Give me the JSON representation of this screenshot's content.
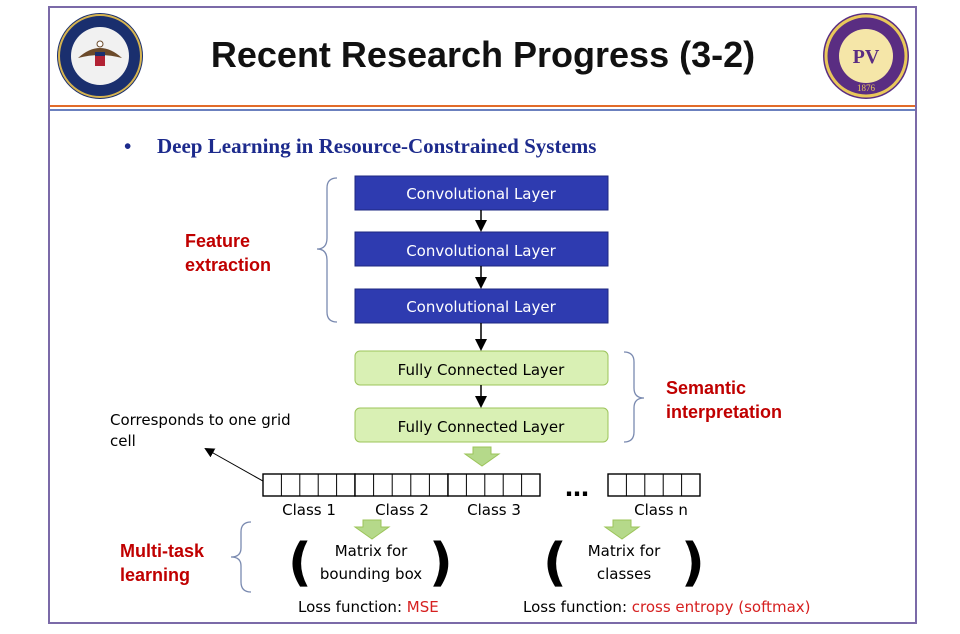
{
  "title": "Recent Research Progress (3-2)",
  "bullet": {
    "marker": "•",
    "text": "Deep Learning in Resource-Constrained Systems"
  },
  "logos": {
    "left": "Department of Defense seal",
    "right": "Prairie View A&M University seal",
    "right_year": "1876"
  },
  "layers": {
    "conv": [
      "Convolutional Layer",
      "Convolutional Layer",
      "Convolutional Layer"
    ],
    "fc": [
      "Fully Connected Layer",
      "Fully Connected Layer"
    ]
  },
  "groups": {
    "feature_line1": "Feature",
    "feature_line2": "extraction",
    "semantic_line1": "Semantic",
    "semantic_line2": "interpretation",
    "multitask_line1": "Multi-task",
    "multitask_line2": "learning"
  },
  "grid_note": {
    "line1": "Corresponds to one grid",
    "line2": "cell"
  },
  "classes": [
    "Class 1",
    "Class 2",
    "Class 3",
    "Class n"
  ],
  "ellipsis": "…",
  "outputs": {
    "bbox_line1": "Matrix for",
    "bbox_line2": "bounding box",
    "classes_line1": "Matrix for",
    "classes_line2": "classes"
  },
  "loss": {
    "prefix": "Loss function: ",
    "mse": "MSE",
    "ce": "cross entropy (softmax)"
  },
  "colors": {
    "conv_fill": "#2e3bb0",
    "fc_fill": "#d9f0b4",
    "fc_border": "#9cc45a",
    "arrow_green": "#b5d98a",
    "accent_red": "#c00000",
    "bullet_blue": "#1c2a8c",
    "header_line_orange": "#e26b2a",
    "header_line_blue": "#3a57a8"
  }
}
